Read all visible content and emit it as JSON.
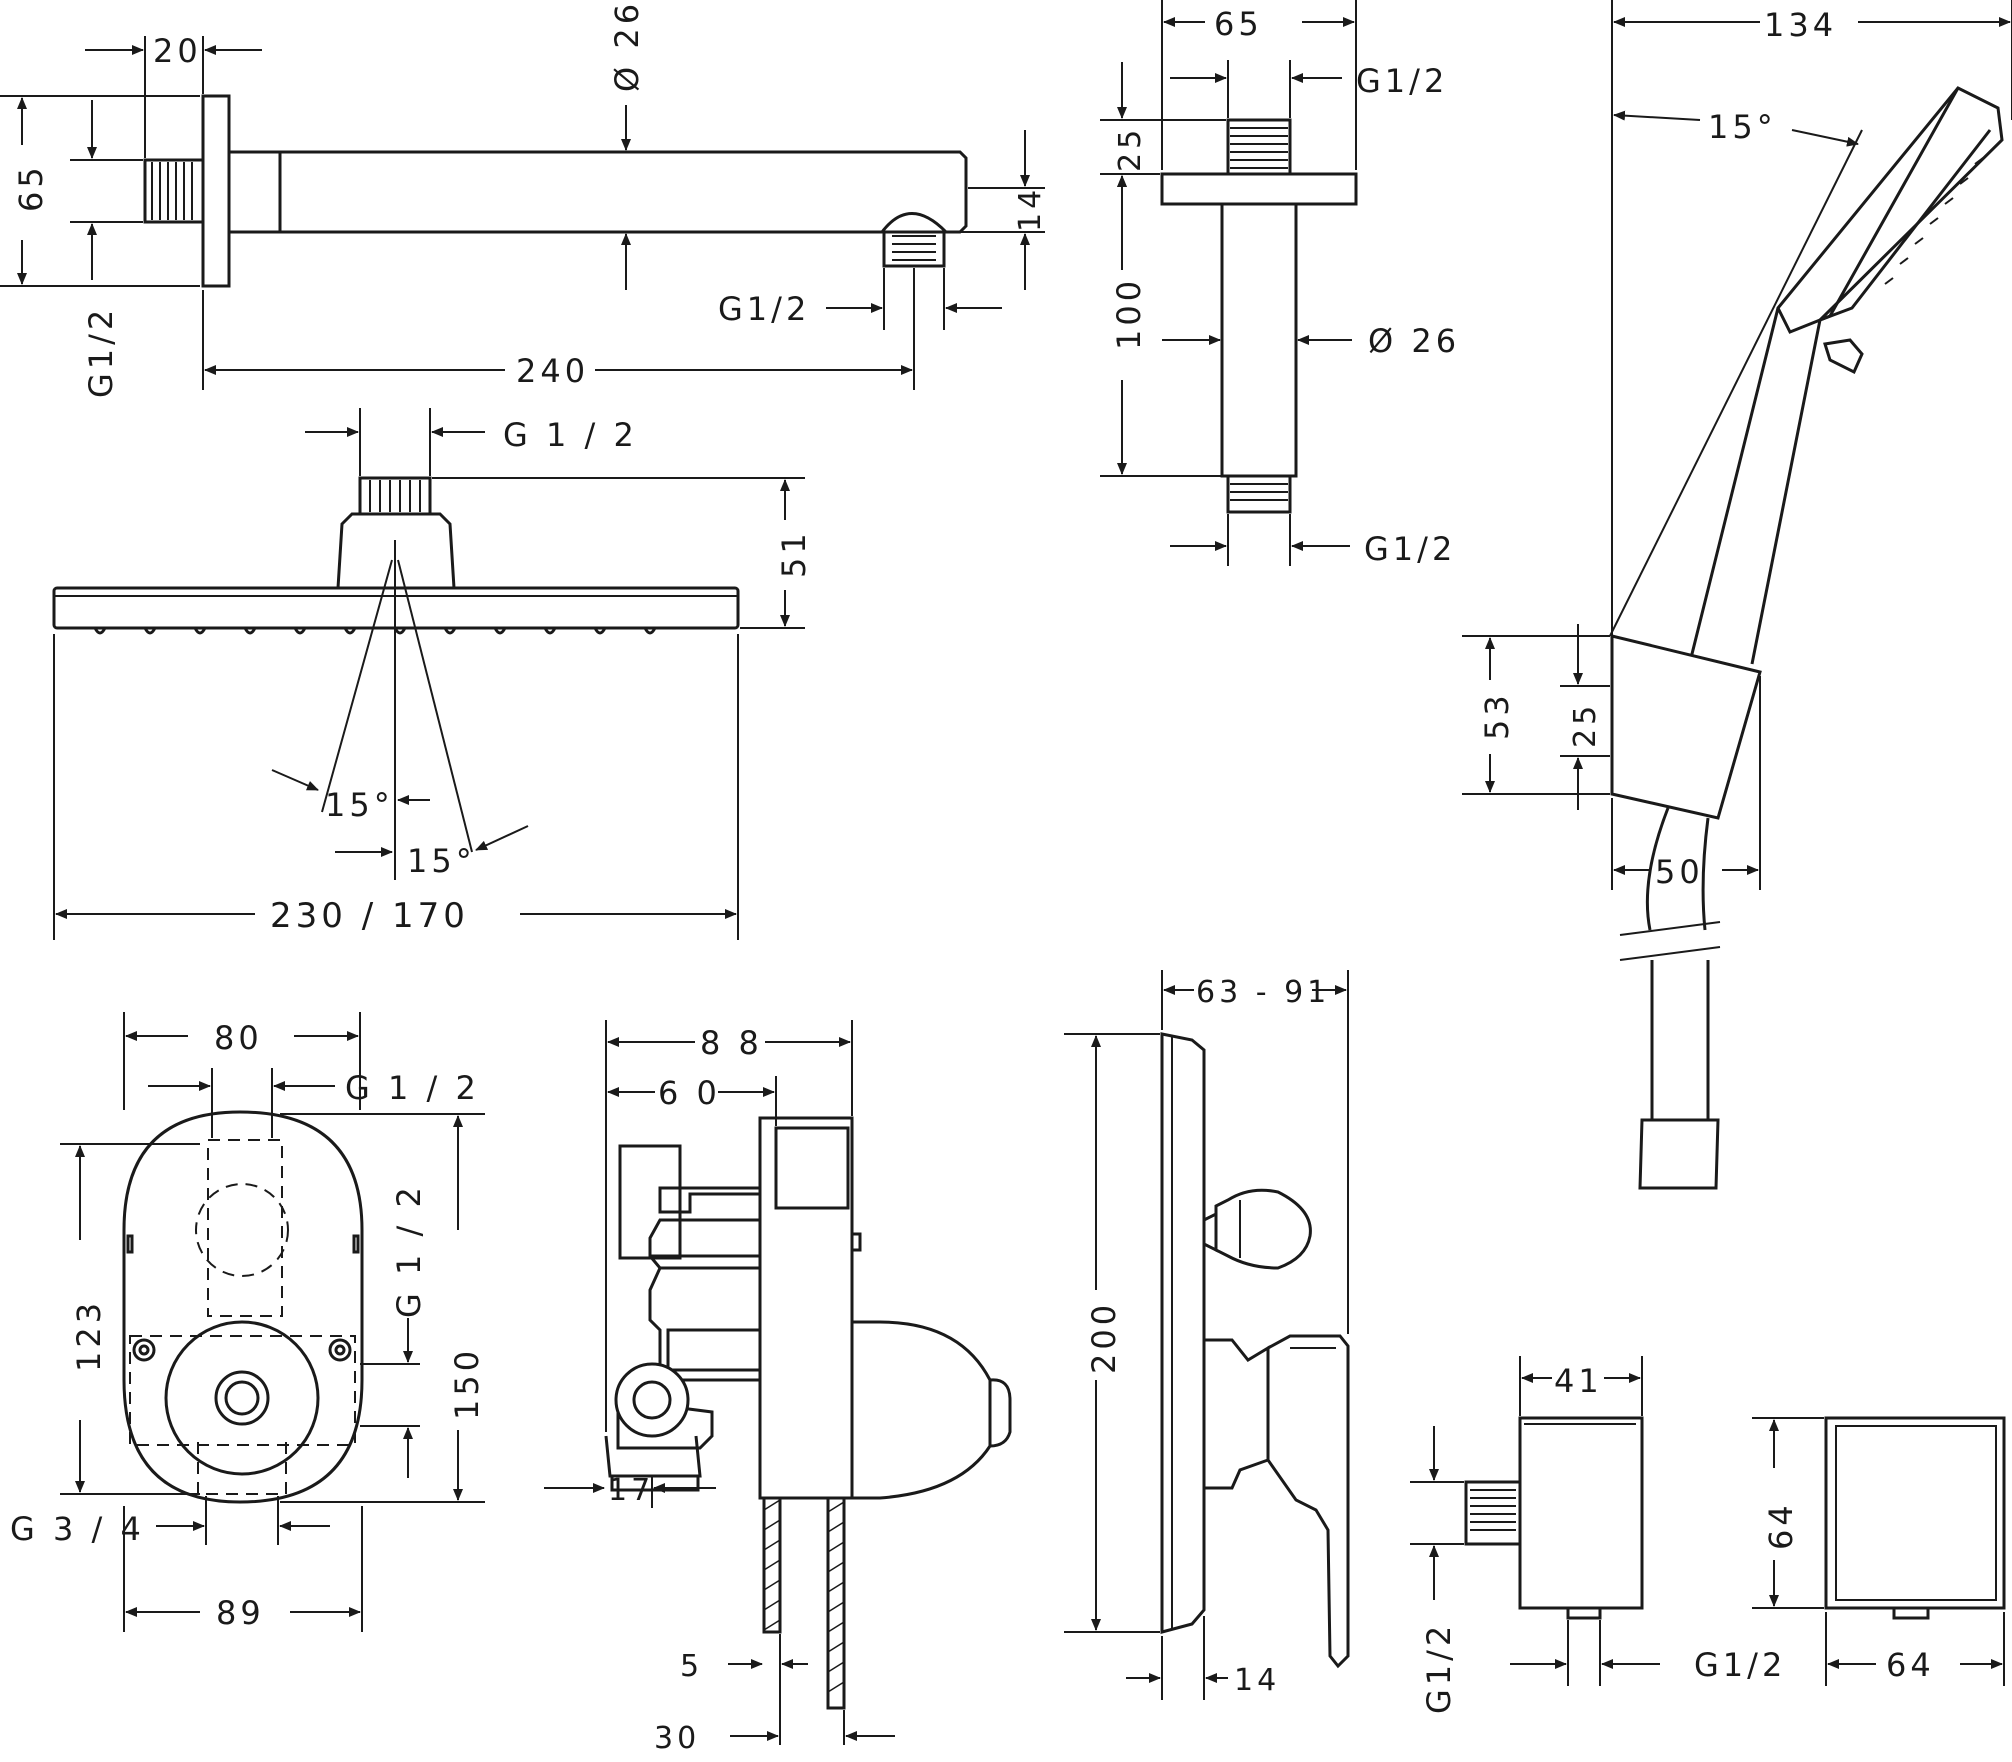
{
  "shower_arm": {
    "d_flange": "20",
    "d_height": "65",
    "d_diameter": "Ø 26",
    "d_outlet_height": "14",
    "d_thread_left": "G1/2",
    "d_thread_outlet": "G1/2",
    "d_length": "240"
  },
  "overhead_shower": {
    "d_thread": "G 1 / 2",
    "d_height": "51",
    "d_angle_a": "15°",
    "d_angle_b": "15°",
    "d_width": "230 / 170"
  },
  "ceiling_connector": {
    "d_width": "65",
    "d_thread_top": "G1/2",
    "d_top": "25",
    "d_length": "100",
    "d_diameter": "Ø 26",
    "d_thread_bottom": "G1/2"
  },
  "hand_shower": {
    "d_reach": "134",
    "d_angle": "15°",
    "d_holder_height": "53",
    "d_holder_mid": "25",
    "d_holder_depth": "50"
  },
  "basic_set_front": {
    "d_width_top": "80",
    "d_thread_top": "G 1 / 2",
    "d_height_inner": "123",
    "d_thread_right": "G 1 / 2",
    "d_height_outer": "150",
    "d_thread_bottom": "G 3 / 4",
    "d_width_bottom": "89"
  },
  "basic_set_side": {
    "d_depth": "8 8",
    "d_depth_inner": "6 0",
    "d_offset": "17",
    "d_plaster_min": "5",
    "d_plaster_max": "30"
  },
  "trim_plate": {
    "d_projection": "63 - 91",
    "d_height": "200",
    "d_lever": "14"
  },
  "wall_outlet": {
    "d_depth": "41",
    "d_thread_vertical": "G1/2",
    "d_thread_bottom": "G1/2",
    "d_height": "64",
    "d_width": "64"
  }
}
